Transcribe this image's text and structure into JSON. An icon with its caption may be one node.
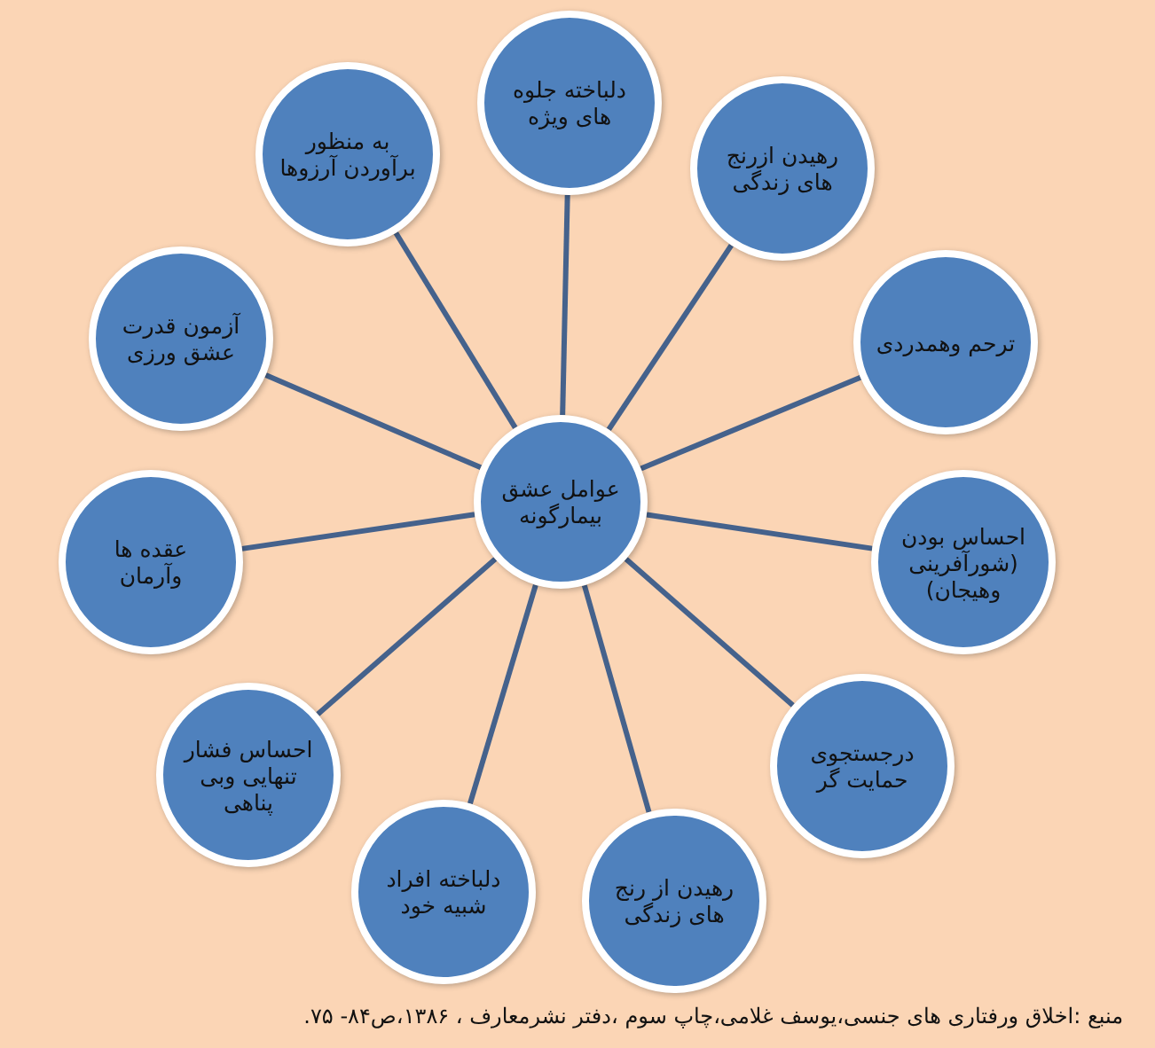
{
  "diagram": {
    "nodes": [
      {
        "text": [
          "عوامل عشق بیمارگونه"
        ]
      },
      {
        "text": [
          "دلباخته جلوه های ویژه"
        ]
      },
      {
        "text": [
          "رهیدن ازرنج های زندگی"
        ]
      },
      {
        "text": [
          "ترحم وهمدردی"
        ]
      },
      {
        "text": [
          "احساس بودن (شورآفرینی وهیجان)"
        ]
      },
      {
        "text": [
          "درجستجوی حمایت گر"
        ]
      },
      {
        "text": [
          "رهیدن از رنج های زندگی"
        ]
      },
      {
        "text": [
          "دلباخته افراد شبیه خود"
        ]
      },
      {
        "text": [
          "احساس فشار تنهایی وبی پناهی"
        ]
      },
      {
        "text": [
          "عقده ها وآرمان"
        ]
      },
      {
        "text": [
          "آزمون قدرت عشق ورزی"
        ]
      },
      {
        "text": [
          "به منظور برآوردن آرزوها"
        ]
      }
    ],
    "edges": [
      {
        "from": 0,
        "to": 1,
        "arrow": "none"
      },
      {
        "from": 0,
        "to": 2,
        "arrow": "none"
      },
      {
        "from": 0,
        "to": 3,
        "arrow": "none"
      },
      {
        "from": 0,
        "to": 4,
        "arrow": "none"
      },
      {
        "from": 0,
        "to": 5,
        "arrow": "none"
      },
      {
        "from": 0,
        "to": 6,
        "arrow": "none"
      },
      {
        "from": 0,
        "to": 7,
        "arrow": "none"
      },
      {
        "from": 0,
        "to": 8,
        "arrow": "none"
      },
      {
        "from": 0,
        "to": 9,
        "arrow": "none"
      },
      {
        "from": 0,
        "to": 10,
        "arrow": "none"
      },
      {
        "from": 0,
        "to": 11,
        "arrow": "none"
      }
    ],
    "caption": "منبع :اخلاق ورفتاری های جنسی،یوسف غلامی،چاپ سوم ،دفتر نشرمعارف ، ۱۳۸۶،ص۸۴- ۷۵."
  }
}
